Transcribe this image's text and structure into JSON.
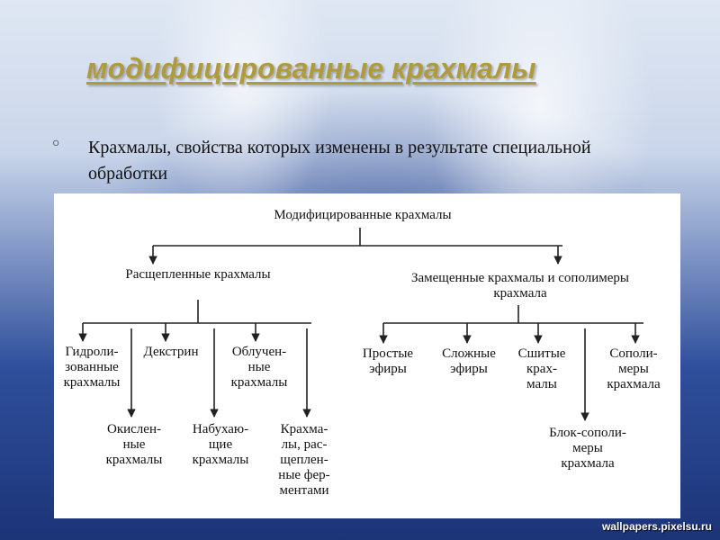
{
  "slide": {
    "title": "модифицированные крахмалы",
    "bullet_text": "Крахмалы, свойства которых изменены в результате специальной обработки"
  },
  "diagram": {
    "root": "Модифицированные крахмалы",
    "split": "Расщепленные крахмалы",
    "substituted": "Замещенные крахмалы и сополимеры крахмала",
    "hydrolyzed": "Гидроли-\nзованные\nкрахмалы",
    "dextrin": "Декстрин",
    "irradiated": "Облучен-\nные\nкрахмалы",
    "oxidized": "Окислен-\nные\nкрахмалы",
    "swelling": "Набухаю-\nщие\nкрахмалы",
    "enzymatic": "Крахма-\nлы, рас-\nщеплен-\nные фер-\nментами",
    "simple_ethers": "Простые\nэфиры",
    "esters": "Сложные\nэфиры",
    "crosslinked": "Сшитые\nкрах-\nмалы",
    "copolymers": "Сополи-\nмеры\nкрахмала",
    "block_copolymers": "Блок-сополи-\nмеры\nкрахмала"
  },
  "watermark": "wallpapers.pixelsu.ru"
}
